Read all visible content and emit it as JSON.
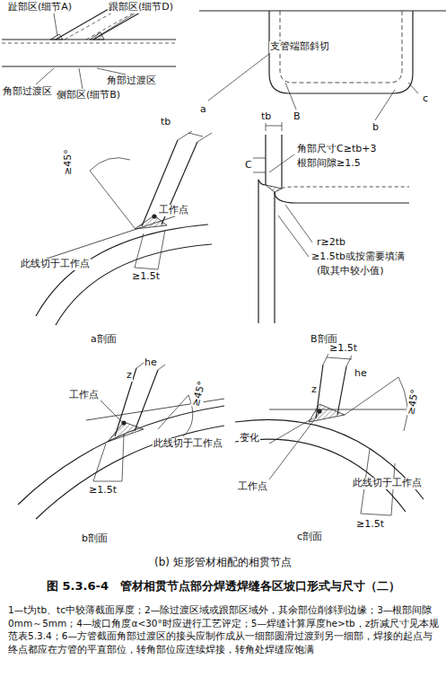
{
  "diagram": {
    "caption": "图 5.3.6-4　管材相贯节点部分焊透焊缝各区坡口形式与尺寸（二）",
    "labels": [
      "趾部区(细节A)",
      "跟部区(细节D)",
      "角部过渡区",
      "角部过渡区",
      "侧部区(细节B)",
      "支管端部斜切",
      "a",
      "B",
      "c",
      "b",
      "tb",
      "≥45°",
      "此线切于工作点",
      "工作点",
      "≥1.5t",
      "a剖面",
      "tb",
      "C",
      "角部尺寸C≥tb+3",
      "根部间隙≥1.5",
      "r≥2tb",
      "≥1.5tb或按需要填满",
      "(取其中较小值)",
      "B剖面",
      "z",
      "he",
      "工作点",
      "≥45°",
      "此线切于工作点",
      "≥1.5t",
      "b剖面",
      "≥1.5t",
      "he",
      "z",
      "变化",
      "≥45°",
      "工作点",
      "此线切于工作点",
      "≥1.5t",
      "c剖面",
      "(b) 矩形管材相配的相贯节点",
      "1—t为tb、tc中较薄截面厚度；2—除过渡区域或跟部区域外，其余部位削斜到边缘；3—根部间隙0mm～5mm；4—坡口角度α<30°时应进行工艺评定；5—焊缝计算厚度he>tb，z折减尺寸见本规范表5.3.4；6—方管截面角部过渡区的接头应制作成从一细部圆滑过渡到另一细部，焊接的起点与终点都应在方管的平直部位，转角部位应连续焊接，转角处焊缝应饱满"
    ]
  }
}
